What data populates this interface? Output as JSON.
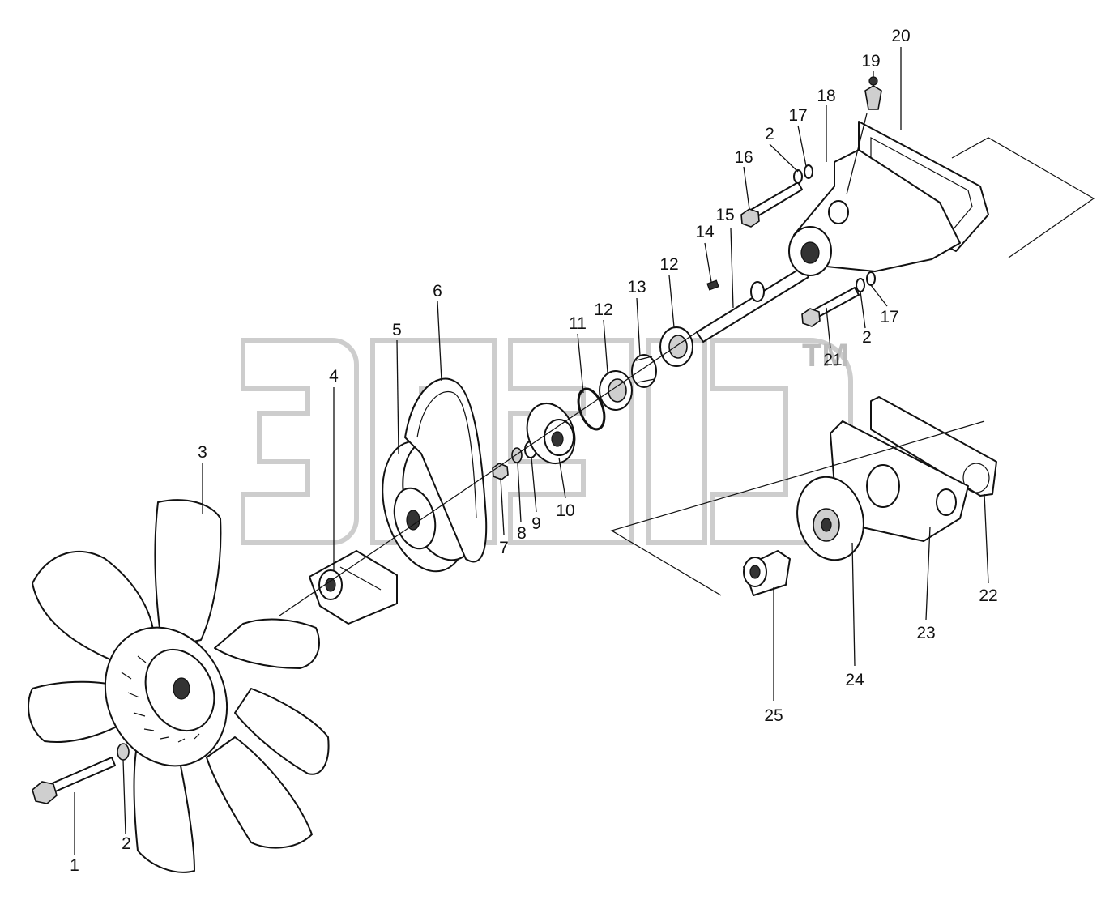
{
  "diagram": {
    "callouts": [
      {
        "id": "1",
        "label": "1"
      },
      {
        "id": "2a",
        "label": "2"
      },
      {
        "id": "2b",
        "label": "2"
      },
      {
        "id": "2c",
        "label": "2"
      },
      {
        "id": "3",
        "label": "3"
      },
      {
        "id": "4",
        "label": "4"
      },
      {
        "id": "5",
        "label": "5"
      },
      {
        "id": "6",
        "label": "6"
      },
      {
        "id": "7",
        "label": "7"
      },
      {
        "id": "8",
        "label": "8"
      },
      {
        "id": "9",
        "label": "9"
      },
      {
        "id": "10",
        "label": "10"
      },
      {
        "id": "11",
        "label": "11"
      },
      {
        "id": "12a",
        "label": "12"
      },
      {
        "id": "12b",
        "label": "12"
      },
      {
        "id": "13",
        "label": "13"
      },
      {
        "id": "14",
        "label": "14"
      },
      {
        "id": "15",
        "label": "15"
      },
      {
        "id": "16",
        "label": "16"
      },
      {
        "id": "17a",
        "label": "17"
      },
      {
        "id": "17b",
        "label": "17"
      },
      {
        "id": "18",
        "label": "18"
      },
      {
        "id": "19",
        "label": "19"
      },
      {
        "id": "20",
        "label": "20"
      },
      {
        "id": "21",
        "label": "21"
      },
      {
        "id": "22",
        "label": "22"
      },
      {
        "id": "23",
        "label": "23"
      },
      {
        "id": "24",
        "label": "24"
      },
      {
        "id": "25",
        "label": "25"
      }
    ],
    "watermark": {
      "trademark": "TM"
    },
    "colors": {
      "ink": "#111111",
      "watermark": "#c8c8c8",
      "background": "#ffffff"
    }
  }
}
